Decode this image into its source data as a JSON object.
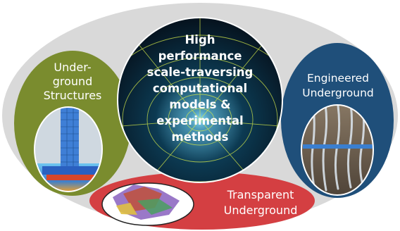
{
  "diagram": {
    "center": {
      "lines": [
        "High",
        "performance",
        "scale-traversing",
        "computational",
        "models &",
        "experimental",
        "methods"
      ]
    },
    "left": {
      "lines": [
        "Under-",
        "ground",
        "Structures"
      ]
    },
    "right": {
      "lines": [
        "Engineered",
        "Underground"
      ]
    },
    "bottom": {
      "lines": [
        "Transparent",
        "Underground"
      ]
    },
    "colors": {
      "background_ellipse": "#d9d9d9",
      "left_circle": "#7a8c2e",
      "right_circle": "#1f4f7a",
      "bottom_ellipse": "#d43f42",
      "center_circle": "#0b1e2c",
      "center_text": "#ffffff",
      "side_text": "#ffffff"
    }
  }
}
